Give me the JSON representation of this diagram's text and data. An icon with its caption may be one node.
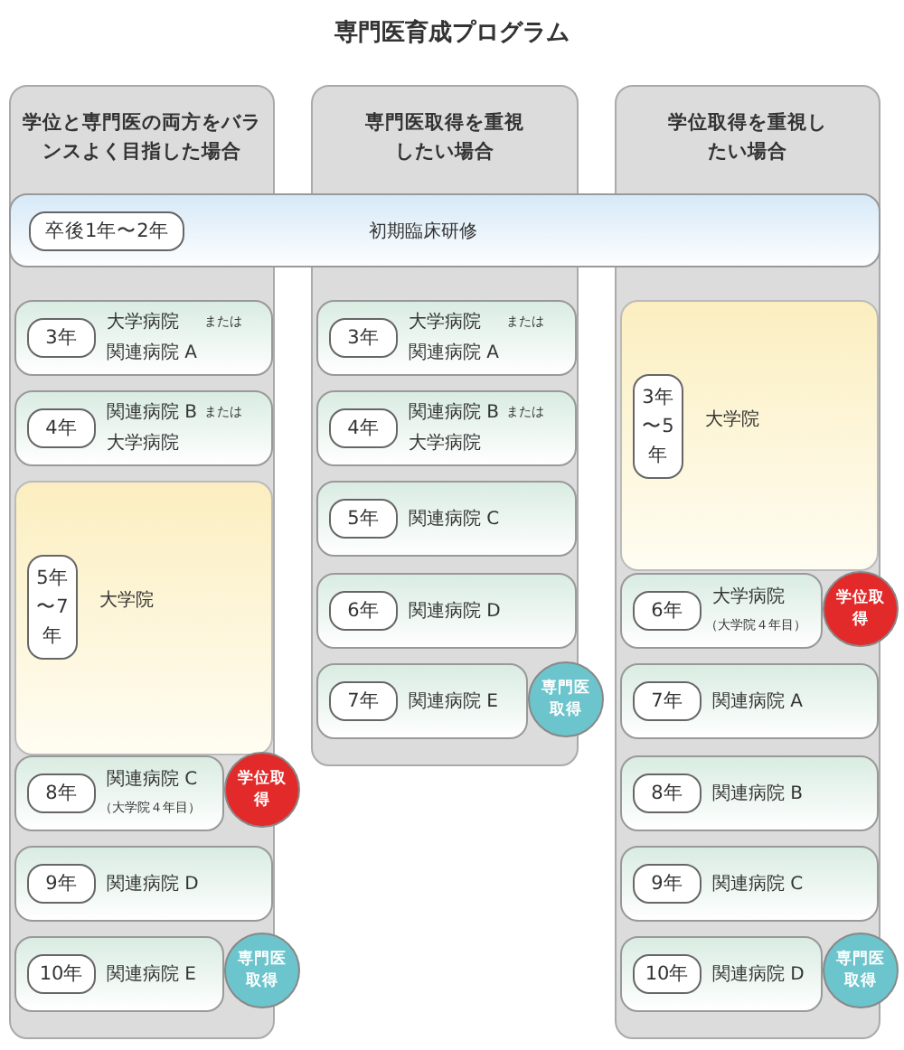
{
  "diagram": {
    "title": "専門医育成プログラム",
    "nodes": [
      {
        "text": [
          "学位と専門医の両方をバランスよく目指した場合"
        ]
      },
      {
        "text": [
          "専門医取得を重視したい場合"
        ]
      },
      {
        "text": [
          "学位取得を重視したい場合"
        ]
      },
      {
        "text": [
          "卒後1年〜2年",
          "初期臨床研修"
        ]
      },
      {
        "text": [
          "3年",
          "大学病院",
          "または",
          "関連病院 A"
        ],
        "in": 0
      },
      {
        "text": [
          "4年",
          "関連病院 B",
          "または",
          "大学病院"
        ],
        "in": 0
      },
      {
        "text": [
          "5年〜7年",
          "大学院"
        ],
        "in": 0
      },
      {
        "text": [
          "8年",
          "関連病院 C",
          "（大学院４年目）"
        ],
        "in": 0
      },
      {
        "text": [
          "学位取得"
        ]
      },
      {
        "text": [
          "9年",
          "関連病院 D"
        ],
        "in": 0
      },
      {
        "text": [
          "10年",
          "関連病院 E"
        ],
        "in": 0
      },
      {
        "text": [
          "専門医取得"
        ]
      },
      {
        "text": [
          "3年",
          "大学病院",
          "または",
          "関連病院 A"
        ],
        "in": 1
      },
      {
        "text": [
          "4年",
          "関連病院 B",
          "または",
          "大学病院"
        ],
        "in": 1
      },
      {
        "text": [
          "5年",
          "関連病院 C"
        ],
        "in": 1
      },
      {
        "text": [
          "6年",
          "関連病院 D"
        ],
        "in": 1
      },
      {
        "text": [
          "7年",
          "関連病院 E"
        ],
        "in": 1
      },
      {
        "text": [
          "専門医取得"
        ]
      },
      {
        "text": [
          "3年〜5年",
          "大学院"
        ],
        "in": 2
      },
      {
        "text": [
          "6年",
          "大学病院",
          "（大学院４年目）"
        ],
        "in": 2
      },
      {
        "text": [
          "学位取得"
        ]
      },
      {
        "text": [
          "7年",
          "関連病院 A"
        ],
        "in": 2
      },
      {
        "text": [
          "8年",
          "関連病院 B"
        ],
        "in": 2
      },
      {
        "text": [
          "9年",
          "関連病院 C"
        ],
        "in": 2
      },
      {
        "text": [
          "10年",
          "関連病院 D"
        ],
        "in": 2
      },
      {
        "text": [
          "専門医取得"
        ]
      }
    ]
  }
}
